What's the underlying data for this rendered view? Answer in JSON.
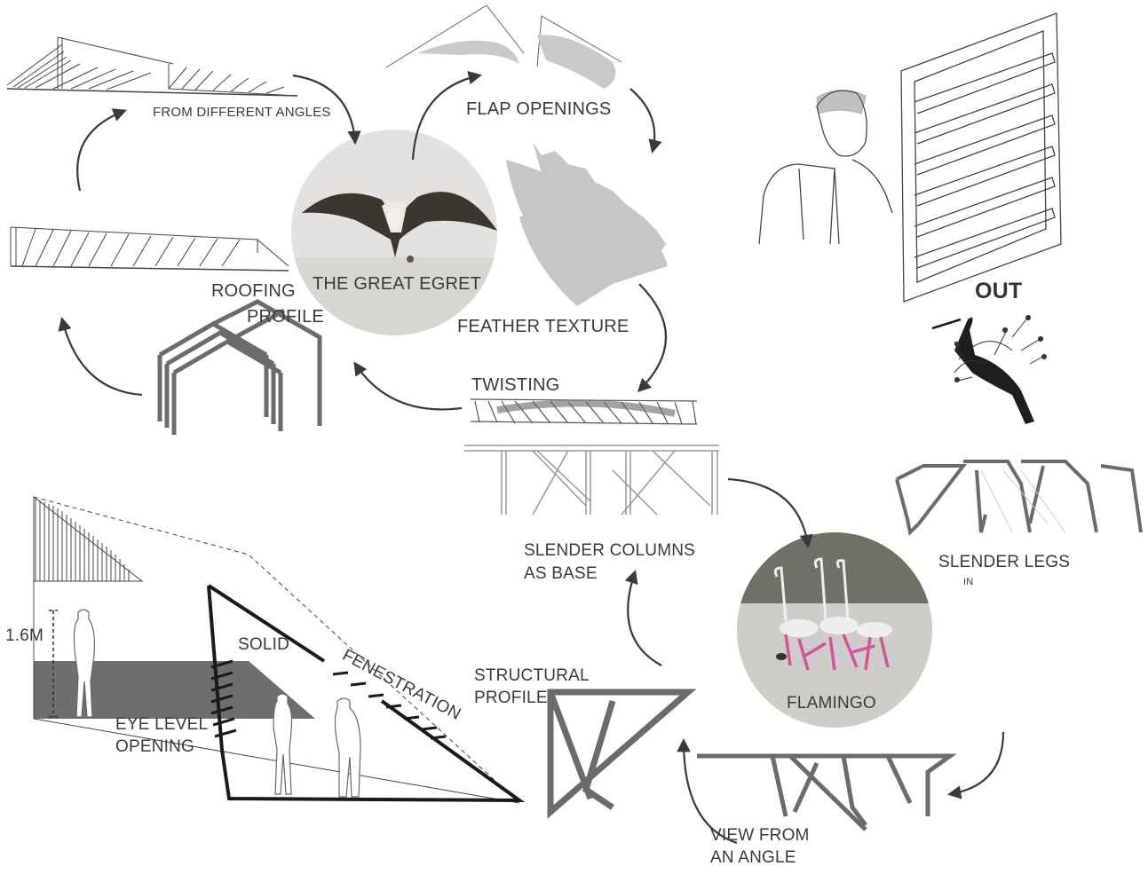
{
  "labels": {
    "from_angles": "FROM DIFFERENT ANGLES",
    "flap_openings": "FLAP OPENINGS",
    "great_egret": "THE GREAT EGRET",
    "roofing_1": "ROOFING",
    "roofing_2": "PROFILE",
    "feather_texture": "FEATHER TEXTURE",
    "twisting": "TWISTING",
    "out": "OUT",
    "slender_columns_1": "SLENDER COLUMNS",
    "slender_columns_2": "AS BASE",
    "slender_legs": "SLENDER LEGS",
    "slender_legs_in": "IN",
    "flamingo": "FLAMINGO",
    "height_label": "1.6M",
    "solid": "SOLID",
    "fenestration": "FENESTRATION",
    "eye_level_1": "EYE LEVEL",
    "eye_level_2": "OPENING",
    "structural_1": "STRUCTURAL",
    "structural_2": "PROFILE",
    "view_angle_1": "VIEW FROM",
    "view_angle_2": "AN ANGLE"
  },
  "colors": {
    "structure_dark": "#6b6b6b",
    "feather_grey": "#c6c6c6",
    "photo_bg": "#e4e2e0",
    "flamingo_pink": "#d4549a",
    "arrow": "#3a3a3a",
    "band_grey": "#6e6e6e"
  }
}
